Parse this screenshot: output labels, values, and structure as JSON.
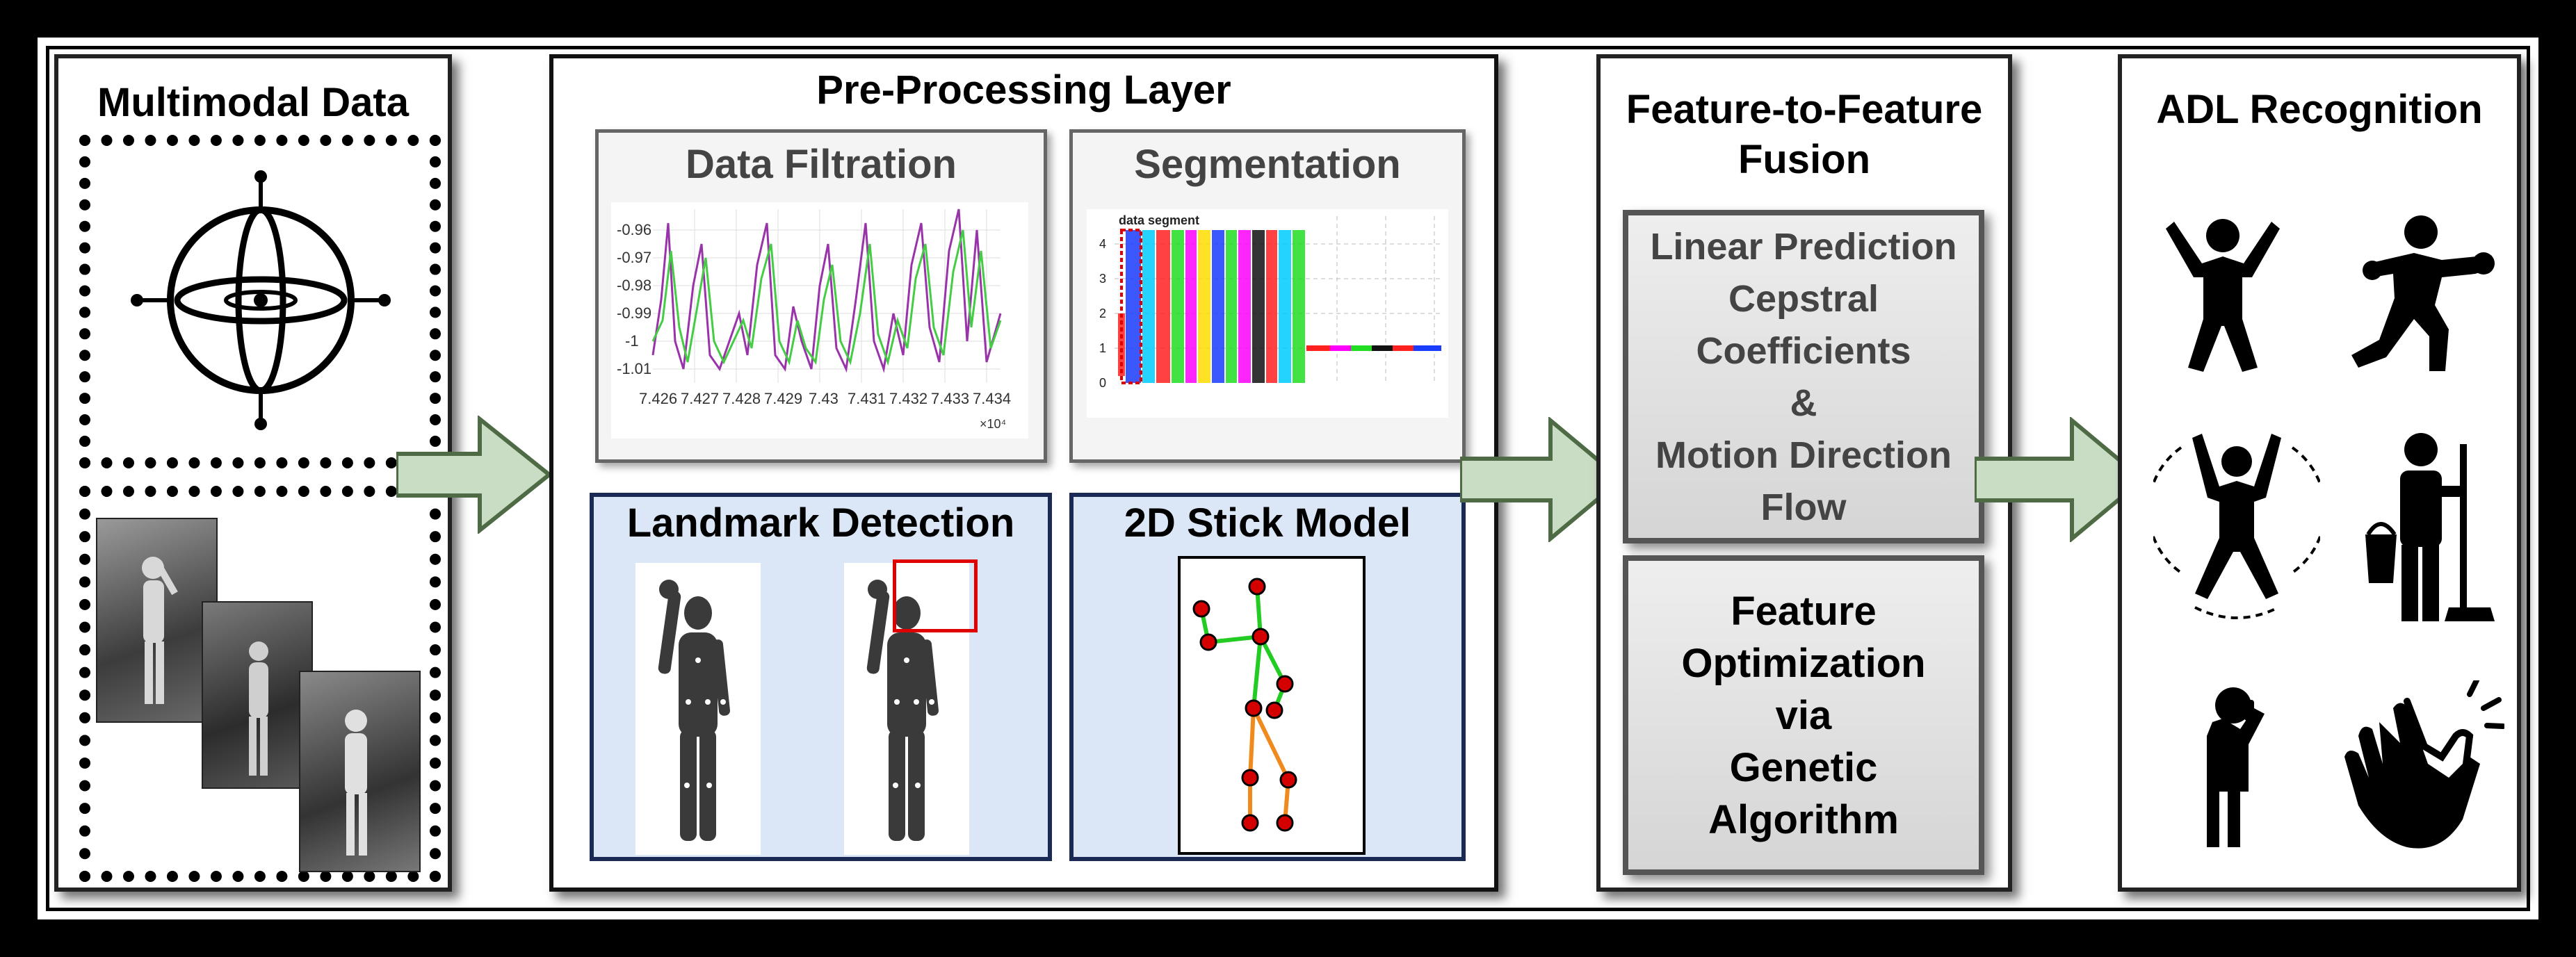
{
  "columns": {
    "multimodal": {
      "title": "Multimodal Data"
    },
    "preprocessing": {
      "title": "Pre-Processing Layer",
      "data_filtration": {
        "title": "Data Filtration",
        "y_ticks": [
          "-0.96",
          "-0.97",
          "-0.98",
          "-0.99",
          "-1",
          "-1.01"
        ],
        "x_ticks": [
          "7.426",
          "7.427",
          "7.428",
          "7.429",
          "7.43",
          "7.431",
          "7.432",
          "7.433",
          "7.434"
        ],
        "x_exponent": "×10⁴"
      },
      "segmentation": {
        "title": "Segmentation",
        "legend": "data segment",
        "y_ticks": [
          "4",
          "3",
          "2",
          "1",
          "0"
        ]
      },
      "landmark": {
        "title": "Landmark Detection"
      },
      "stick_model": {
        "title": "2D Stick Model"
      }
    },
    "fusion": {
      "title_line1": "Feature-to-Feature",
      "title_line2": "Fusion",
      "box1_lines": [
        "Linear Prediction",
        "Cepstral",
        "Coefficients",
        "&",
        "Motion Direction",
        "Flow"
      ],
      "box2_lines": [
        "Feature",
        "Optimization",
        "via",
        "Genetic",
        "Algorithm"
      ]
    },
    "recognition": {
      "title": "ADL Recognition",
      "icons": [
        "jumping-jack-icon",
        "boxing-icon",
        "jump-icon",
        "cleaning-icon",
        "phone-call-icon",
        "clapping-icon"
      ]
    }
  },
  "colors": {
    "arrow_fill": "#c9dcc4",
    "arrow_stroke": "#4e6b45",
    "subpanel_blue": "#dbe7f7",
    "stick_joint": "#d40000",
    "stick_upper": "#22cc22",
    "stick_lower": "#f08a1e",
    "signal_raw": "#9933aa",
    "signal_filtered": "#44cc44"
  }
}
